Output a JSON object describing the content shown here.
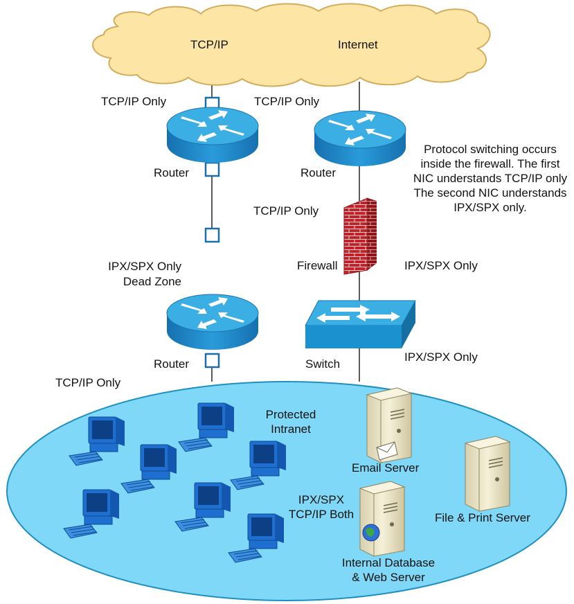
{
  "cloud": {
    "protocol_label": "TCP/IP",
    "name_label": "Internet"
  },
  "colors": {
    "cloud_fill": "#FDE5A6",
    "cloud_stroke": "#D3AC5C",
    "router_blue": "#1D8FCF",
    "router_top": "#3BAEE3",
    "switch_blue": "#1C91D0",
    "firewall_red": "#C0222A",
    "intranet_fill": "#7FD8F7",
    "intranet_stroke": "#1E8FBF",
    "pc_blue": "#1E6FD0",
    "server_beige": "#EDE6C7"
  },
  "left_path": {
    "top_label": "TCP/IP Only",
    "router_top_label": "Router",
    "dead_zone_protocol": "IPX/SPX Only",
    "dead_zone_label": "Dead Zone",
    "router_bottom_label": "Router",
    "bottom_label": "TCP/IP Only"
  },
  "right_path": {
    "top_label": "TCP/IP Only",
    "router_label": "Router",
    "firewall_side_label": "TCP/IP Only",
    "firewall_label": "Firewall",
    "firewall_right_label": "IPX/SPX Only",
    "switch_label": "Switch",
    "switch_right_label": "IPX/SPX Only"
  },
  "note": {
    "lines": [
      "Protocol switching occurs",
      "inside the firewall. The first",
      "NIC understands TCP/IP only",
      "The second NIC understands",
      "IPX/SPX only."
    ]
  },
  "intranet": {
    "title_line1": "Protected",
    "title_line2": "Intranet",
    "protocol_line1": "IPX/SPX",
    "protocol_line2": "TCP/IP Both",
    "email_server_label": "Email Server",
    "file_server_label": "File & Print Server",
    "db_server_line1": "Internal Database",
    "db_server_line2": "& Web Server"
  }
}
